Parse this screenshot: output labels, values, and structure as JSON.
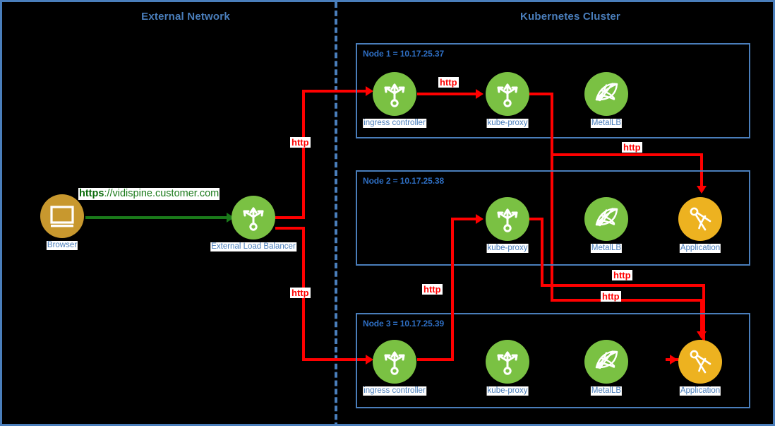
{
  "diagram": {
    "title": "Kubernetes ingress traffic flow",
    "zones": [
      {
        "id": "external",
        "label": "External Network"
      },
      {
        "id": "cluster",
        "label": "Kubernetes Cluster"
      }
    ],
    "colors": {
      "border": "#4a7ebb",
      "zone_title": "#4a7ebb",
      "node_label": "#2e6fc4",
      "caption": "#4a7ebb",
      "green_node": "#7ac143",
      "amber_node": "#edb220",
      "gold_node": "#c8982e",
      "http_edge": "#ff0000",
      "https_edge": "#1a7a1a",
      "background": "#000000"
    },
    "external": {
      "browser": {
        "caption": "Browser",
        "icon": "monitor-icon"
      },
      "load_balancer": {
        "caption": "External Load Balancer",
        "icon": "router-trident-icon"
      },
      "url": {
        "scheme": "https",
        "rest": "://vidispine.customer.com"
      }
    },
    "nodes": [
      {
        "id": "node1",
        "label": "Node 1 = 10.17.25.37",
        "name": "Node 1",
        "ip": "10.17.25.37",
        "components": [
          {
            "caption": "ingress controller",
            "icon": "router-trident-icon",
            "color": "green"
          },
          {
            "caption": "kube-proxy",
            "icon": "router-trident-icon",
            "color": "green"
          },
          {
            "caption": "MetalLB",
            "icon": "mesh-net-icon",
            "color": "green"
          }
        ]
      },
      {
        "id": "node2",
        "label": "Node 2 = 10.17.25.38",
        "name": "Node 2",
        "ip": "10.17.25.38",
        "components": [
          {
            "caption": "kube-proxy",
            "icon": "router-trident-icon",
            "color": "green"
          },
          {
            "caption": "MetalLB",
            "icon": "mesh-net-icon",
            "color": "green"
          },
          {
            "caption": "Application",
            "icon": "compass-icon",
            "color": "amber"
          }
        ]
      },
      {
        "id": "node3",
        "label": "Node 3 = 10.17.25.39",
        "name": "Node 3",
        "ip": "10.17.25.39",
        "components": [
          {
            "caption": "ingress controller",
            "icon": "router-trident-icon",
            "color": "green"
          },
          {
            "caption": "kube-proxy",
            "icon": "router-trident-icon",
            "color": "green"
          },
          {
            "caption": "MetalLB",
            "icon": "mesh-net-icon",
            "color": "green"
          },
          {
            "caption": "Application",
            "icon": "compass-icon",
            "color": "amber"
          }
        ]
      }
    ],
    "edge_labels": {
      "lb_to_node1": "http",
      "lb_to_node3": "http",
      "node1_ingress_to_proxy": "http",
      "node1_proxy_to_node2_app": "http",
      "node3_ingress_to_node2_proxy": "http",
      "node2_proxy_to_node3_app": "http",
      "node1_proxy_to_node3_app": "http"
    }
  }
}
